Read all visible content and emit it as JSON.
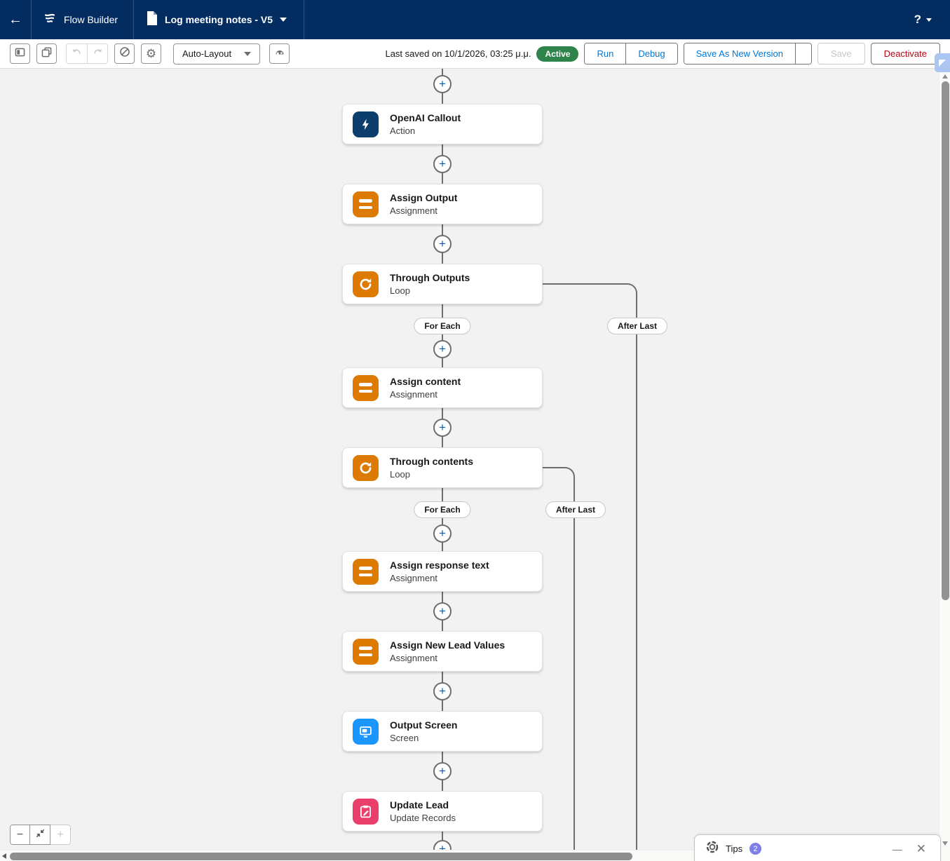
{
  "colors": {
    "header_bg": "#032d60",
    "accent_blue": "#0176d3",
    "active_green": "#2e844a",
    "deactivate_red": "#ba0517",
    "action_navy": "#0b3d6d",
    "assignment_orange": "#dd7a01",
    "screen_blue": "#1b96ff",
    "update_records_pink": "#ea3e6b",
    "connector_gray": "#706e6b",
    "tips_badge_blue": "#7d7fe6"
  },
  "header": {
    "back_icon": "back-arrow",
    "app_icon": "flow-brand-icon",
    "app_name": "Flow Builder",
    "doc_icon": "document-icon",
    "flow_name": "Log meeting notes - V5",
    "help_label": "?"
  },
  "toolbar": {
    "icon_buttons": [
      "toggle-toolbox",
      "copy-elements",
      "undo",
      "redo",
      "disable",
      "settings",
      "canvas-view"
    ],
    "layout_mode": "Auto-Layout",
    "last_saved": "Last saved on 10/1/2026, 03:25 μ.μ.",
    "status": "Active",
    "run": "Run",
    "debug": "Debug",
    "save_as_new_version": "Save As New Version",
    "save": "Save",
    "deactivate": "Deactivate"
  },
  "canvas": {
    "nodes": [
      {
        "title": "OpenAI Callout",
        "type": "Action"
      },
      {
        "title": "Assign Output",
        "type": "Assignment"
      },
      {
        "title": "Through Outputs",
        "type": "Loop",
        "branch_left": "For Each",
        "branch_right": "After Last"
      },
      {
        "title": "Assign content",
        "type": "Assignment"
      },
      {
        "title": "Through contents",
        "type": "Loop",
        "branch_left": "For Each",
        "branch_right": "After Last"
      },
      {
        "title": "Assign response text",
        "type": "Assignment"
      },
      {
        "title": "Assign New Lead Values",
        "type": "Assignment"
      },
      {
        "title": "Output Screen",
        "type": "Screen"
      },
      {
        "title": "Update Lead",
        "type": "Update Records"
      }
    ]
  },
  "zoom_controls": {
    "zoom_out": "−",
    "zoom_in": "+"
  },
  "tips": {
    "label": "Tips",
    "count": "2"
  }
}
